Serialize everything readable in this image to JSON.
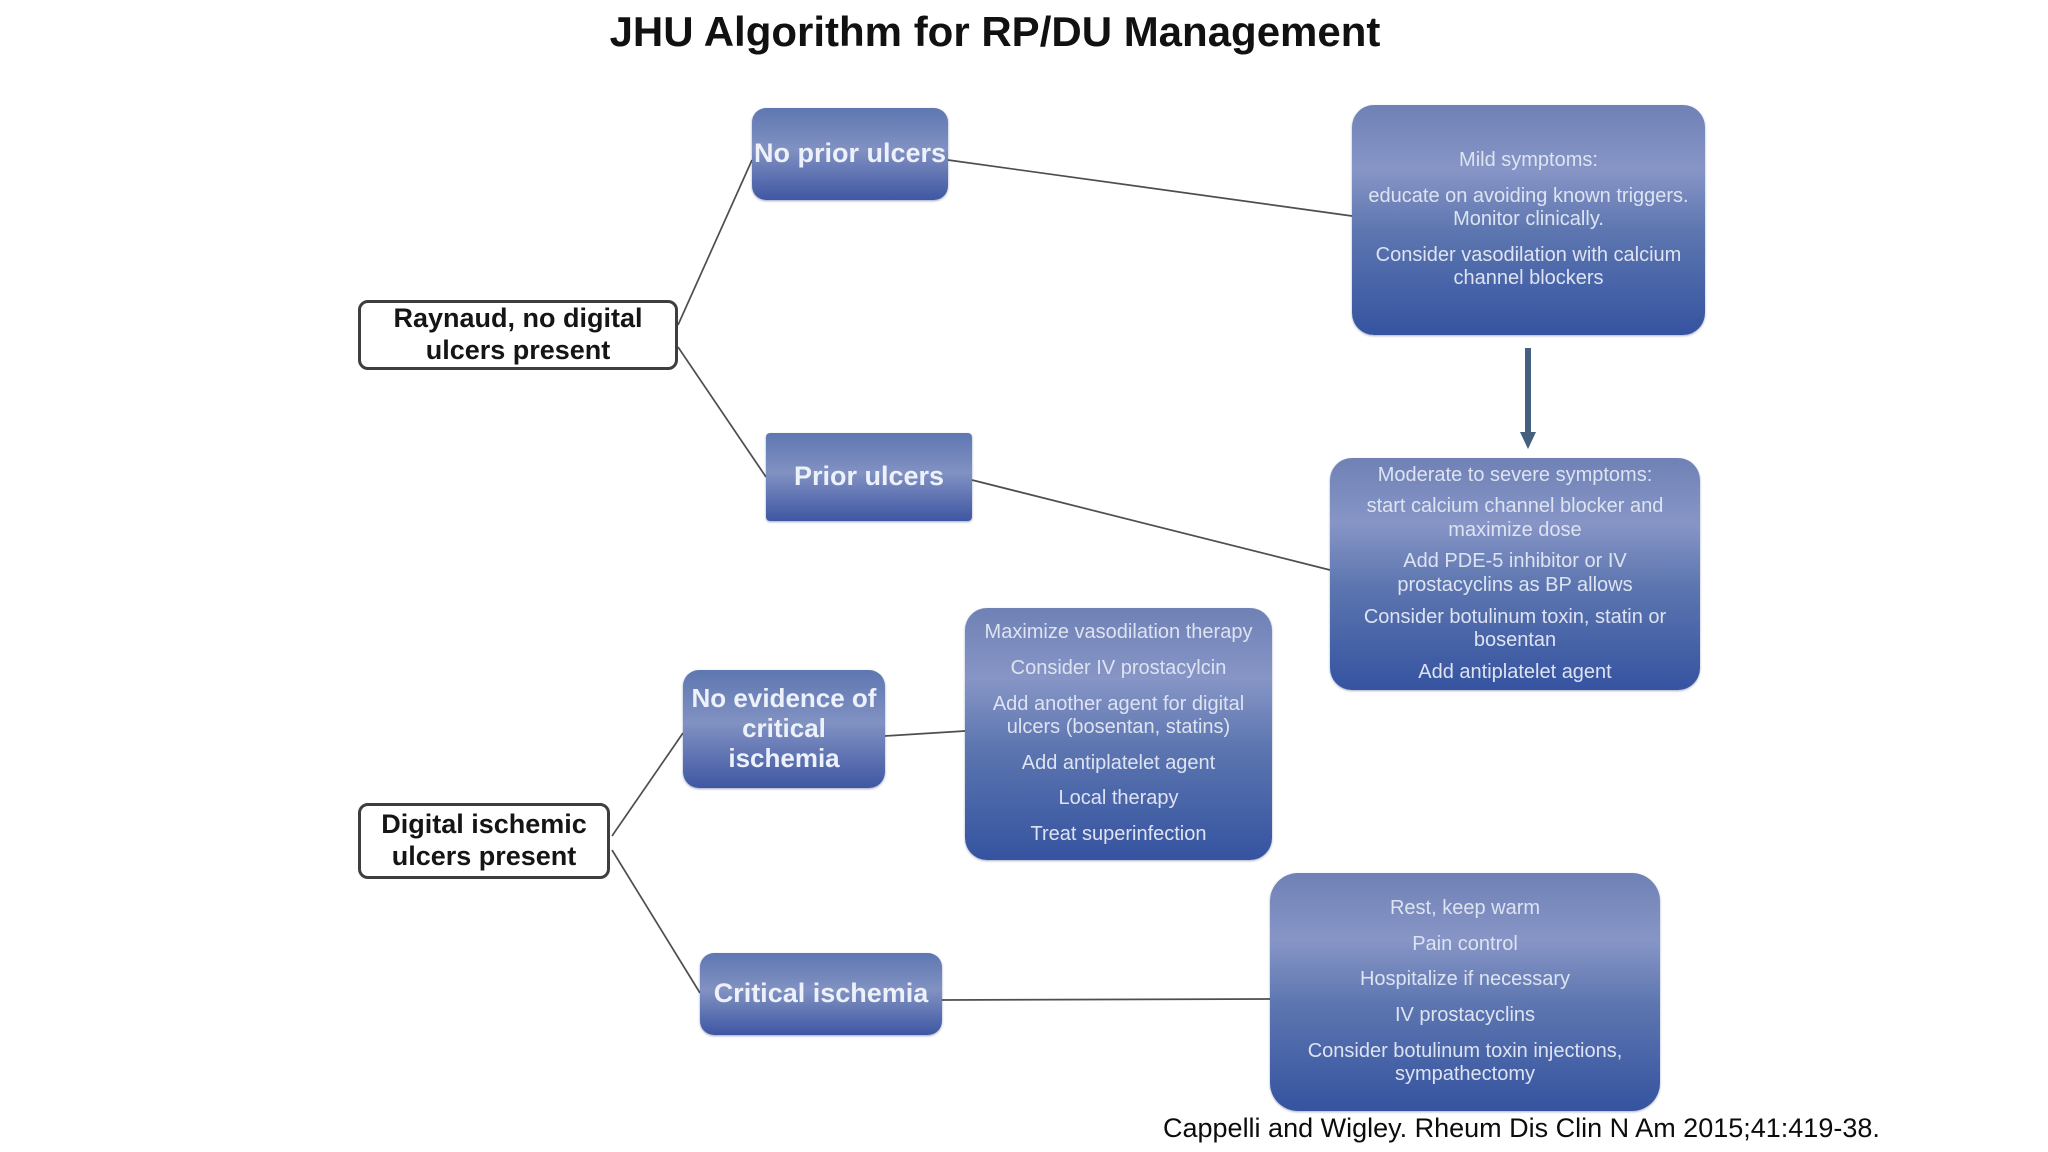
{
  "title": "JHU Algorithm for RP/DU Management",
  "citation": "Cappelli and Wigley. Rheum Dis Clin N Am 2015;41:419-38.",
  "colors": {
    "box_blue_top": "#6f81b5",
    "box_blue_light_band": "#8795c6",
    "box_blue_bottom": "#3553a0",
    "box_text": "#dde3f1",
    "connector": "#4e4e4e",
    "down_arrow": "#44607e",
    "white_box_border": "#3e3e3e"
  },
  "nodes": {
    "raynaud": {
      "label": "Raynaud, no digital ulcers present"
    },
    "digital": {
      "label": "Digital ischemic ulcers present"
    },
    "no_prior": {
      "label": "No prior ulcers"
    },
    "prior": {
      "label": "Prior ulcers"
    },
    "no_evidence": {
      "label": "No evidence of critical ischemia"
    },
    "critical": {
      "label": "Critical ischemia"
    },
    "mild": {
      "lines": [
        "Mild symptoms:",
        "educate on avoiding known triggers.  Monitor clinically.",
        "Consider vasodilation with calcium channel blockers"
      ]
    },
    "moderate": {
      "lines": [
        "Moderate to severe symptoms:",
        "start calcium channel blocker and maximize dose",
        "Add PDE-5 inhibitor or IV prostacyclins as BP allows",
        "Consider botulinum toxin, statin or bosentan",
        "Add antiplatelet agent"
      ]
    },
    "maximize": {
      "lines": [
        "Maximize vasodilation therapy",
        "Consider IV prostacylcin",
        "Add another agent for digital ulcers (bosentan, statins)",
        "Add antiplatelet agent",
        "Local therapy",
        "Treat superinfection"
      ]
    },
    "rest": {
      "lines": [
        "Rest, keep warm",
        "Pain control",
        "Hospitalize if necessary",
        "IV prostacyclins",
        "Consider botulinum toxin injections, sympathectomy"
      ]
    }
  }
}
